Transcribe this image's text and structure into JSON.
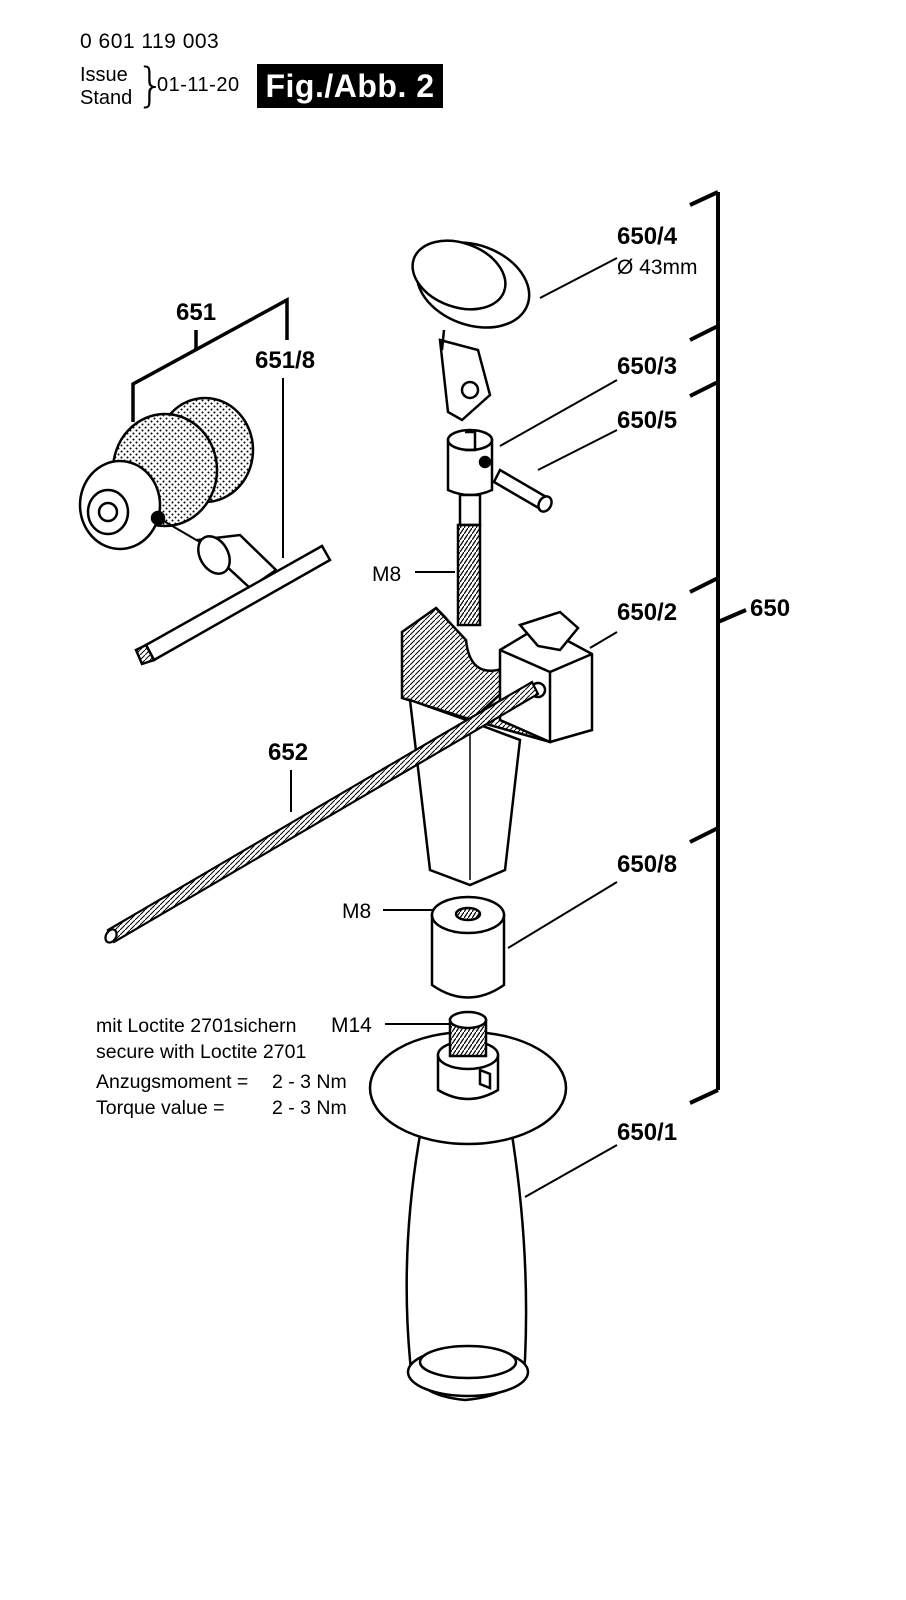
{
  "header": {
    "part_number": "0 601 119 003",
    "issue_label": "Issue",
    "stand_label": "Stand",
    "issue_date": "01-11-20",
    "figure_label": "Fig./Abb. 2"
  },
  "labels": {
    "p650_4": "650/4",
    "dia_43": "Ø 43mm",
    "p651": "651",
    "p651_8": "651/8",
    "p650_3": "650/3",
    "p650_5": "650/5",
    "m8_upper": "M8",
    "p650_2": "650/2",
    "p650": "650",
    "p652": "652",
    "p650_8": "650/8",
    "m8_lower": "M8",
    "m14": "M14",
    "p650_1": "650/1"
  },
  "notes": {
    "loctite_de": "mit Loctite 2701sichern",
    "loctite_en": "secure with Loctite 2701",
    "torque_de_label": "Anzugsmoment =",
    "torque_de_value": "2 - 3 Nm",
    "torque_en_label": "Torque value =",
    "torque_en_value": "2 - 3 Nm"
  },
  "icons": {
    "clamp": "clamp-ring-icon",
    "chuck": "drill-chuck-icon",
    "handle": "handle-icon"
  }
}
